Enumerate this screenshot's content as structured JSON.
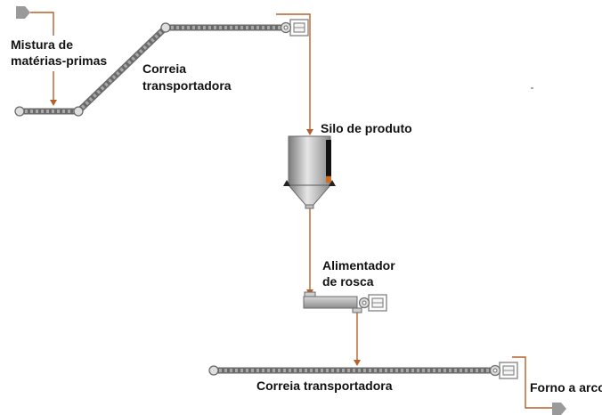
{
  "labels": {
    "raw_mix_line1": "Mistura de",
    "raw_mix_line2": "matérias-primas",
    "belt1_line1": "Correia",
    "belt1_line2": "transportadora",
    "silo": "Silo de produto",
    "feeder_line1": "Alimentador",
    "feeder_line2": "de rosca",
    "belt2": "Correia transportadora",
    "furnace": "Forno a arco"
  },
  "colors": {
    "flow_line": "#b5602a",
    "equipment": "#8c8c8c",
    "level_indicator": "#d2691e",
    "io_arrow": "#9a9a9a"
  },
  "silo": {
    "fill_level_fraction": 0.15
  }
}
